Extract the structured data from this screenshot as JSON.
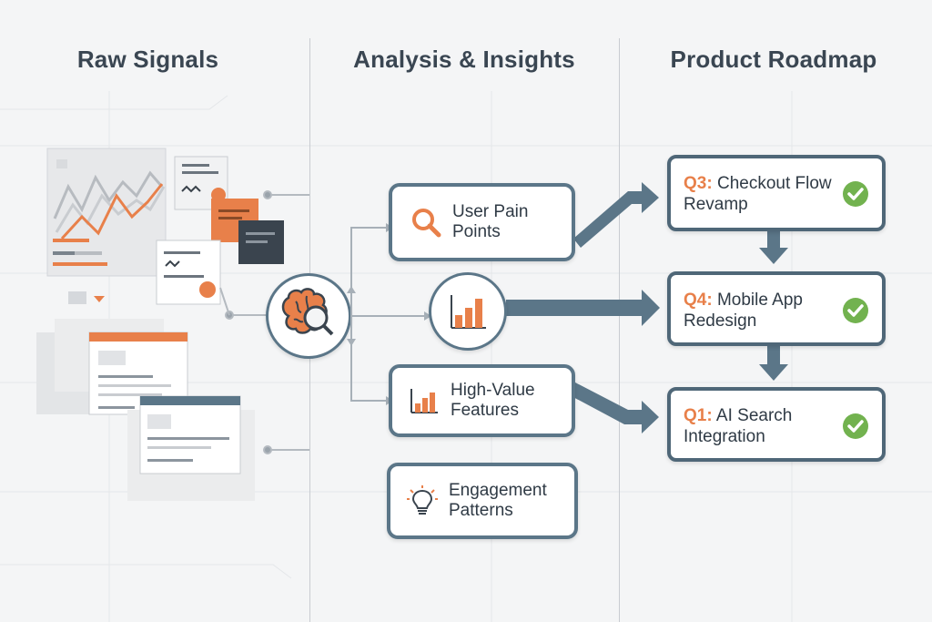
{
  "columns": {
    "raw": "Raw Signals",
    "analysis": "Analysis & Insights",
    "roadmap": "Product Roadmap"
  },
  "insights": [
    {
      "label": "User Pain Points",
      "icon": "magnifier-icon"
    },
    {
      "label": "High-Value Features",
      "icon": "bar-chart-icon"
    },
    {
      "label": "Engagement Patterns",
      "icon": "lightbulb-icon"
    }
  ],
  "roadmap": [
    {
      "quarter": "Q3:",
      "text": "Checkout Flow Revamp",
      "status": "check-icon"
    },
    {
      "quarter": "Q4:",
      "text": "Mobile App Redesign",
      "status": "check-icon"
    },
    {
      "quarter": "Q1:",
      "text": "AI Search Integration",
      "status": "check-icon"
    }
  ],
  "hub_icon": "brain-magnifier-icon",
  "colors": {
    "accent": "#e8804a",
    "border": "#5b7688",
    "check": "#72b24f",
    "arrow": "#5b7688"
  }
}
